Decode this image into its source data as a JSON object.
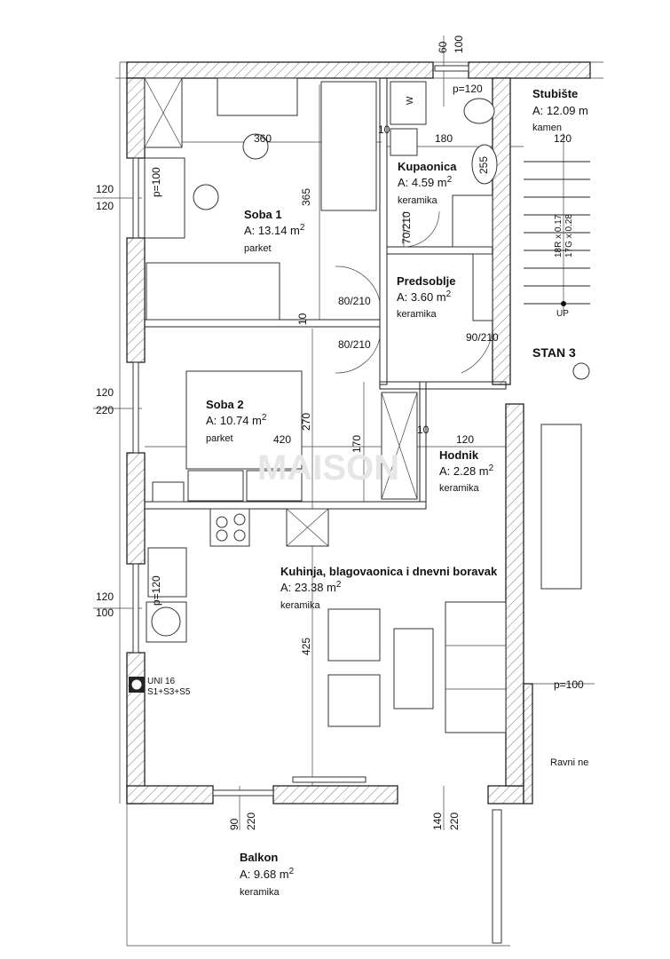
{
  "rooms": {
    "soba1": {
      "name": "Soba 1",
      "area": "A: 13.14  m",
      "floor": "parket"
    },
    "soba2": {
      "name": "Soba 2",
      "area": "A: 10.74  m",
      "floor": "parket"
    },
    "kupaonica": {
      "name": "Kupaonica",
      "area": "A: 4.59  m",
      "floor": "keramika"
    },
    "predsoblje": {
      "name": "Predsoblje",
      "area": "A: 3.60  m",
      "floor": "keramika"
    },
    "hodnik": {
      "name": "Hodnik",
      "area": "A: 2.28  m",
      "floor": "keramika"
    },
    "kuhinja": {
      "name": "Kuhinja, blagovaonica i dnevni boravak",
      "area": "A: 23.38  m",
      "floor": "keramika"
    },
    "balkon": {
      "name": "Balkon",
      "area": "A: 9.68  m",
      "floor": "keramika"
    },
    "stubiste": {
      "name": "Stubište",
      "area": "A: 12.09  m",
      "floor": "kamen"
    }
  },
  "superscript": "2",
  "labels": {
    "stan": "STAN 3",
    "ravni": "Ravni ne",
    "up": "UP",
    "stairs_r": "18R x 0.17",
    "stairs_g": "17G x 0.28",
    "uni": "UNI 16",
    "uni_sub": "S1+S3+S5",
    "washer": "W"
  },
  "dimensions": {
    "top_60": "60",
    "top_100": "100",
    "p120_top": "p=120",
    "soba1_w": "360",
    "soba1_h": "365",
    "bath_w": "180",
    "bath_h": "255",
    "stair_w": "120",
    "wall_10a": "10",
    "wall_10b": "10",
    "wall_10c": "10",
    "p100_left": "p=100",
    "win1_a": "120",
    "win1_b": "120",
    "win2_a": "120",
    "win2_b": "220",
    "win3_a": "120",
    "win3_b": "100",
    "p120_kitchen": "p=120",
    "door_bath": "70/210",
    "door_soba1": "80/210",
    "door_soba2": "80/210",
    "door_entry": "90/210",
    "soba2_w": "420",
    "soba2_h": "270",
    "hall_170": "170",
    "hodnik_w": "120",
    "kitchen_h": "425",
    "p100_right": "p=100",
    "bot_90": "90",
    "bot_220a": "220",
    "bot_140": "140",
    "bot_220b": "220"
  },
  "watermark": "MAISON"
}
